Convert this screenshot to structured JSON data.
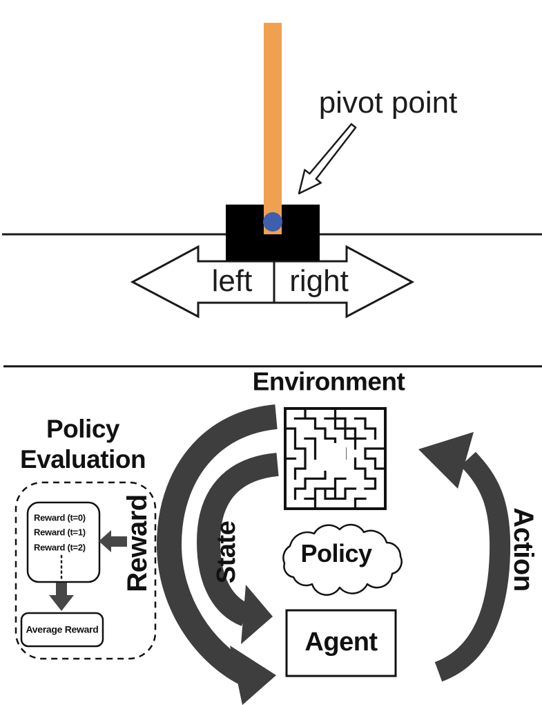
{
  "top": {
    "pivot_label": "pivot point",
    "left_label": "left",
    "right_label": "right",
    "colors": {
      "pole": "#EFA14F",
      "pivot": "#3E5FAE",
      "cart": "#000000"
    }
  },
  "bottom": {
    "environment_label": "Environment",
    "policy_evaluation": {
      "line1": "Policy",
      "line2": "Evaluation"
    },
    "reward_items": [
      "Reward (t=0)",
      "Reward (t=1)",
      "Reward (t=2)"
    ],
    "average_reward_label": "Average Reward",
    "reward_label": "Reward",
    "state_label": "State",
    "action_label": "Action",
    "policy_label": "Policy",
    "agent_label": "Agent",
    "colors": {
      "arc": "#3E3E3E",
      "small_arrow": "#474747"
    }
  }
}
